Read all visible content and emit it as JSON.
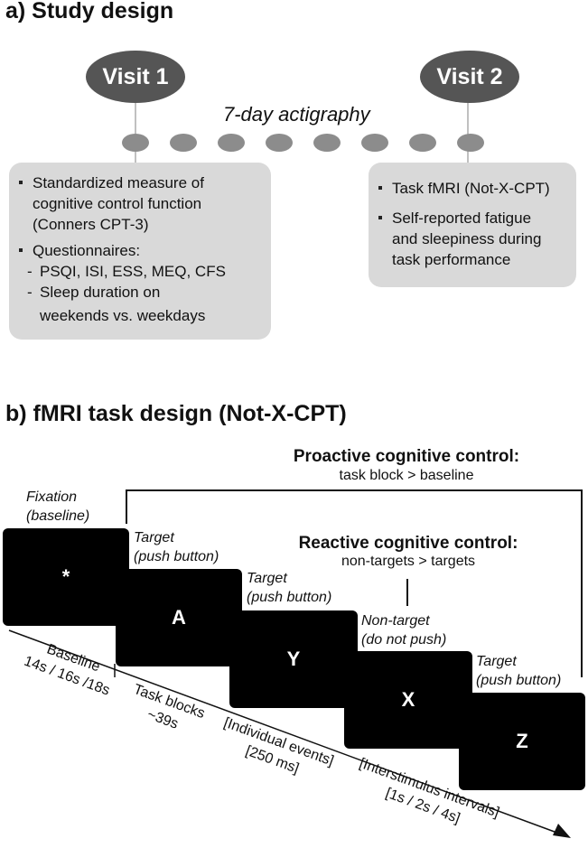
{
  "section_a": {
    "heading": "a) Study design",
    "visit1": "Visit 1",
    "visit2": "Visit 2",
    "actigraphy": "7-day actigraphy",
    "box1": {
      "item1": [
        "Standardized measure of",
        "cognitive control function",
        "(Conners CPT-3)"
      ],
      "item2": "Questionnaires:",
      "sub1": "PSQI, ISI, ESS, MEQ, CFS",
      "sub2": [
        "Sleep duration on",
        "weekends vs. weekdays"
      ]
    },
    "box2": {
      "item1": "Task fMRI (Not-X-CPT)",
      "item2": [
        "Self-reported fatigue",
        "and sleepiness during",
        "task performance"
      ]
    }
  },
  "section_b": {
    "heading": "b) fMRI task design (Not-X-CPT)",
    "proactive_title": "Proactive cognitive control:",
    "proactive_sub": "task block > baseline",
    "reactive_title": "Reactive cognitive control:",
    "reactive_sub": "non-targets > targets",
    "screens": [
      "*",
      "A",
      "Y",
      "X",
      "Z"
    ],
    "labels": {
      "fixation": [
        "Fixation",
        "(baseline)"
      ],
      "target_a": [
        "Target",
        "(push button)"
      ],
      "target_y": [
        "Target",
        "(push button)"
      ],
      "nontarget_x": [
        "Non-target",
        "(do not push)"
      ],
      "target_z": [
        "Target",
        "(push button)"
      ]
    },
    "timeline": {
      "baseline": [
        "Baseline",
        "14s / 16s /18s"
      ],
      "task_blocks": [
        "Task blocks",
        "~39s"
      ],
      "events": [
        "[Individual events]",
        "[250 ms]"
      ],
      "isi": [
        "[Interstimulus intervals]",
        "[1s / 2s / 4s]"
      ]
    }
  }
}
